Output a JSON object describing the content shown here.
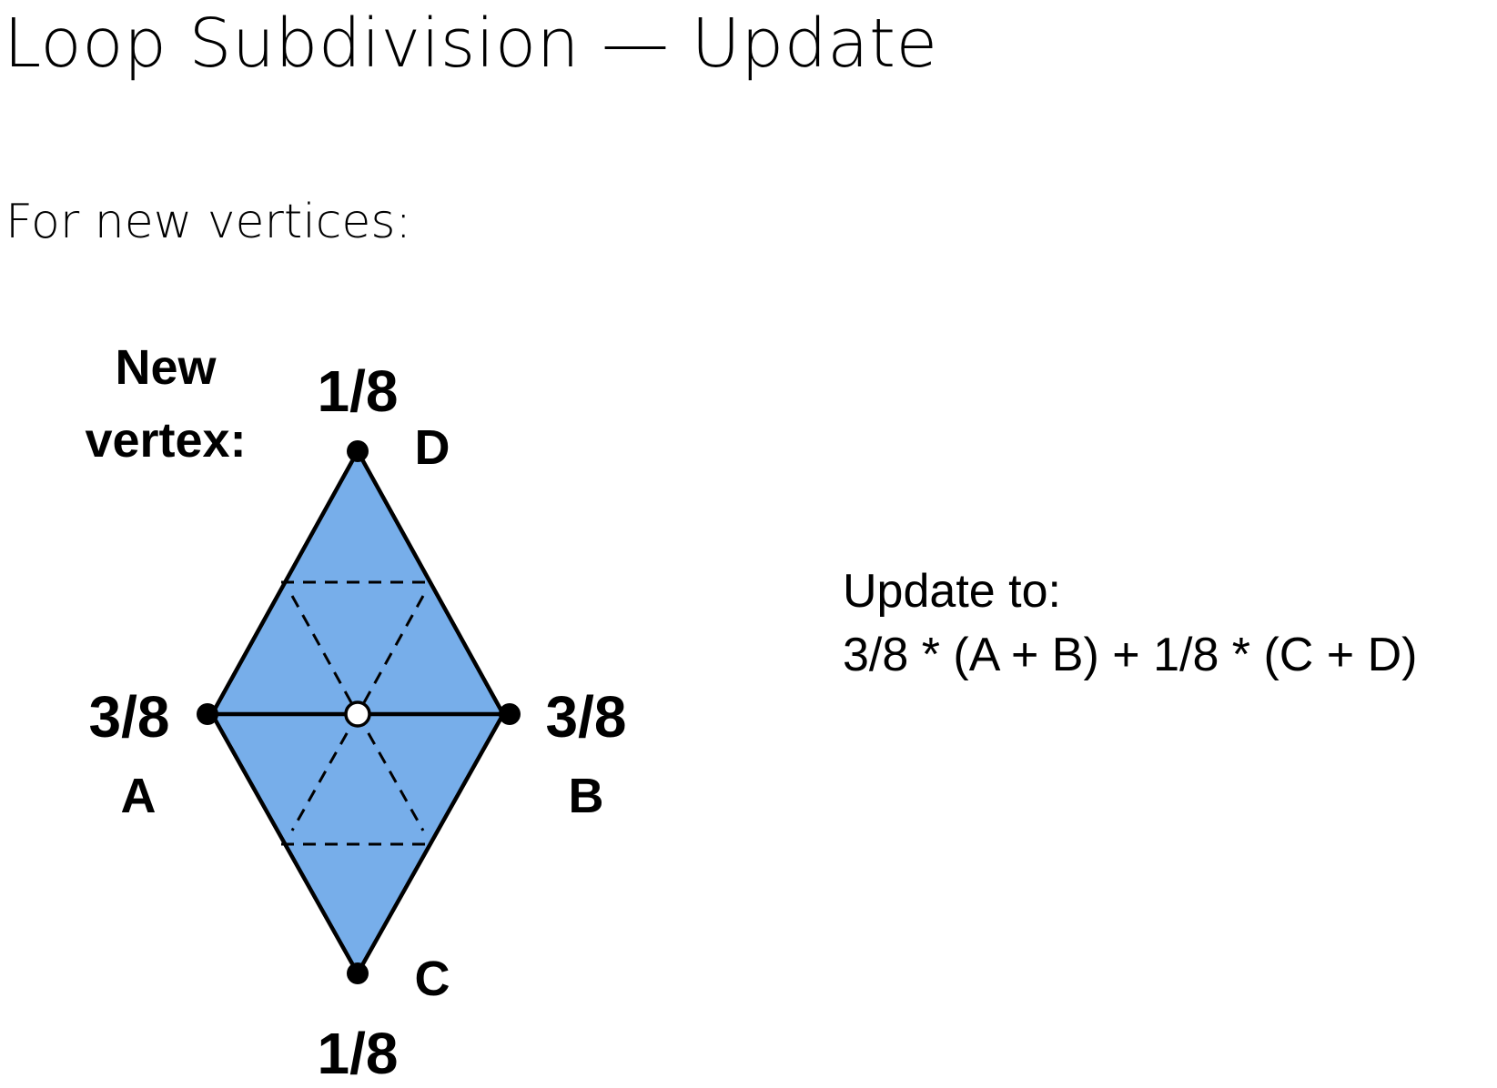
{
  "title": "Loop Subdivision — Update",
  "subtitle": "For new vertices:",
  "diagram": {
    "new_vertex_label_line1": "New",
    "new_vertex_label_line2": "vertex:",
    "vertices": {
      "D": {
        "name": "D",
        "weight": "1/8"
      },
      "A": {
        "name": "A",
        "weight": "3/8"
      },
      "B": {
        "name": "B",
        "weight": "3/8"
      },
      "C": {
        "name": "C",
        "weight": "1/8"
      }
    },
    "colors": {
      "fill": "#77aeea",
      "stroke": "#000000",
      "new_vertex_fill": "#ffffff"
    }
  },
  "update": {
    "heading": "Update to:",
    "formula": "3/8 * (A + B) + 1/8 * (C + D)"
  }
}
